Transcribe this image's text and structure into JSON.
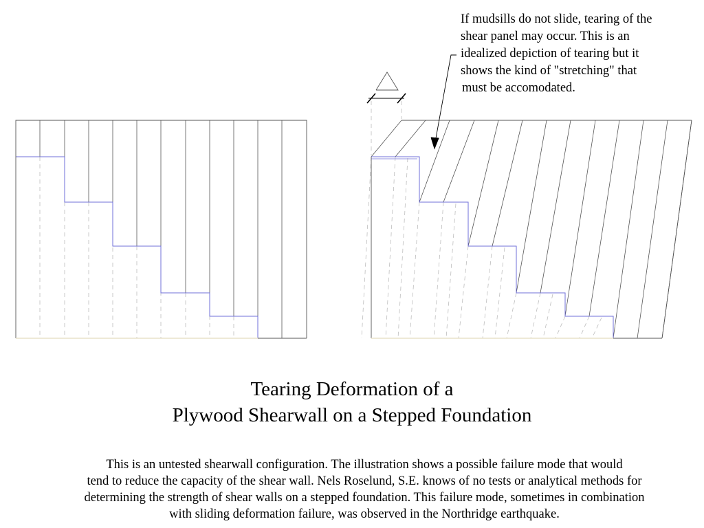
{
  "annotation": {
    "lines": [
      "If mudsills do not slide, tearing of the",
      "shear panel may occur. This is an",
      "idealized depiction of tearing but it",
      "shows the kind of \"stretching\" that",
      "must be accomodated."
    ]
  },
  "title": {
    "line1": "Tearing Deformation of a",
    "line2": "Plywood Shearwall on a Stepped Foundation"
  },
  "caption": {
    "lines": [
      "This is an untested shearwall configuration.  The illustration shows a possible failure mode that would",
      "tend to reduce the capacity of the shear wall.  Nels Roselund, S.E. knows of no tests or analytical methods for",
      "determining the strength of shear walls on a stepped foundation.  This failure mode, sometimes in combination",
      "with sliding deformation failure, was observed in the Northridge earthquake."
    ]
  },
  "colors": {
    "panel_line": "#555555",
    "foundation_line": "#6f6fd8",
    "hidden_line": "#bdbdbd",
    "ground_line": "#e8e2c8"
  }
}
